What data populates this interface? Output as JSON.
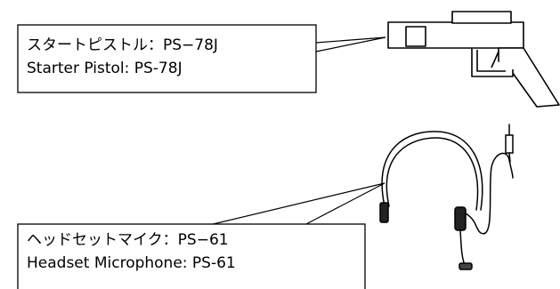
{
  "callouts": {
    "starter_pistol": {
      "label_jp": "スタートピストル：PS−78J",
      "label_en": "Starter Pistol: PS-78J"
    },
    "headset_microphone": {
      "label_jp": "ヘッドセットマイク：PS−61",
      "label_en": "Headset Microphone: PS-61"
    }
  },
  "colors": {
    "stroke": "#000000",
    "background": "#ffffff"
  },
  "icons": [
    "starter-pistol-drawing",
    "headset-microphone-drawing"
  ]
}
